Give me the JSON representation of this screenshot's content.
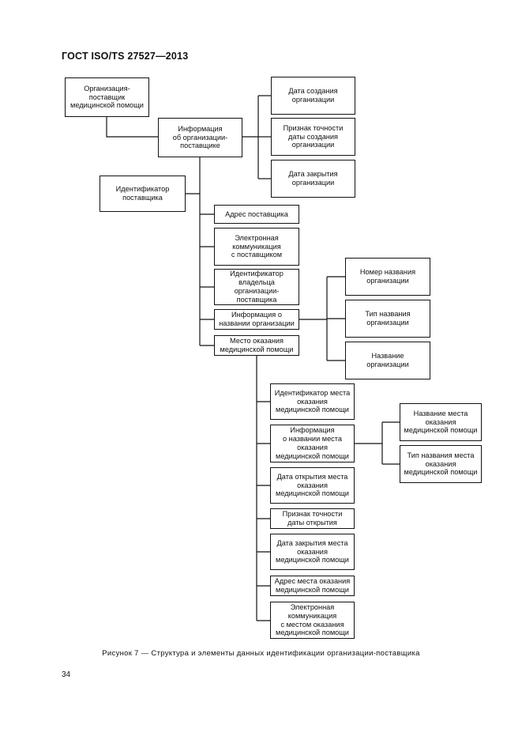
{
  "header": {
    "title": "ГОСТ ISO/TS 27527—2013"
  },
  "boxes": {
    "org_supplier": "Организация-\nпоставщик\nмедицинской помощи",
    "org_info": "Информация\nоб организации-\nпоставщике",
    "date_created": "Дата создания\nорганизации",
    "date_created_accuracy": "Признак точности\nдаты создания\nорганизации",
    "date_closed": "Дата закрытия\nорганизации",
    "supplier_id": "Идентификатор\nпоставщика",
    "supplier_address": "Адрес поставщика",
    "supplier_ecomm": "Электронная\nкоммуникация\nс поставщиком",
    "owner_id": "Идентификатор\nвладельца\nорганизации-\nпоставщика",
    "org_name_info": "Информация о\nназвании организации",
    "service_location": "Место оказания\nмедицинской помощи",
    "org_name_number": "Номер названия\nорганизации",
    "org_name_type": "Тип названия\nорганизации",
    "org_name": "Название\nорганизации",
    "loc_id": "Идентификатор места\nоказания\nмедицинской помощи",
    "loc_name_info": "Информация\nо названии места\nоказания\nмедицинской помощи",
    "loc_open_date": "Дата открытия места\nоказания\nмедицинской помощи",
    "loc_open_accuracy": "Признак точности\nдаты открытия",
    "loc_close_date": "Дата закрытия места\nоказания\nмедицинской помощи",
    "loc_address": "Адрес места оказания\nмедицинской помощи",
    "loc_ecomm": "Электронная\nкоммуникация\nс местом оказания\nмедицинской помощи",
    "loc_name": "Название места\nоказания\nмедицинской помощи",
    "loc_name_type": "Тип названия места\nоказания\nмедицинской помощи"
  },
  "caption": "Рисунок  7 — Структура и элементы данных идентификации организации-поставщика",
  "page_number": "34"
}
